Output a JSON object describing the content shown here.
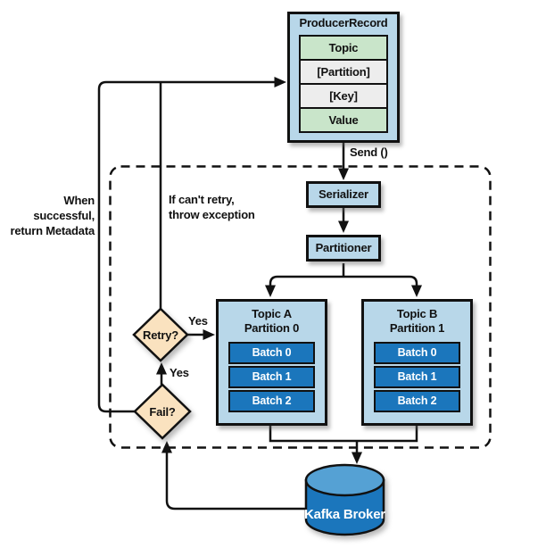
{
  "producer_record": {
    "title": "ProducerRecord",
    "fields": [
      {
        "label": "Topic",
        "style": "green"
      },
      {
        "label": "[Partition]",
        "style": "gray"
      },
      {
        "label": "[Key]",
        "style": "gray"
      },
      {
        "label": "Value",
        "style": "green"
      }
    ]
  },
  "pipeline": {
    "send_label": "Send ()",
    "serializer": "Serializer",
    "partitioner": "Partitioner"
  },
  "annotations": {
    "success_line1": "When successful,",
    "success_line2": "return Metadata",
    "cant_retry_line1": "If can't retry,",
    "cant_retry_line2": "throw exception"
  },
  "decisions": {
    "retry": "Retry?",
    "fail": "Fail?",
    "yes_retry_to_batch": "Yes",
    "yes_fail_to_retry": "Yes"
  },
  "partitions": [
    {
      "title": "Topic A",
      "subtitle": "Partition 0",
      "batches": [
        "Batch 0",
        "Batch 1",
        "Batch 2"
      ]
    },
    {
      "title": "Topic B",
      "subtitle": "Partition 1",
      "batches": [
        "Batch 0",
        "Batch 1",
        "Batch 2"
      ]
    }
  ],
  "broker": {
    "label": "Kafka Broker"
  },
  "colors": {
    "box_blue": "#b8d7e9",
    "field_green": "#c9e5ca",
    "field_gray": "#ededed",
    "batch_blue": "#1b76bc",
    "broker_top_blue": "#55a1d4",
    "diamond_peach": "#fae2bf",
    "line_black": "#111111"
  }
}
